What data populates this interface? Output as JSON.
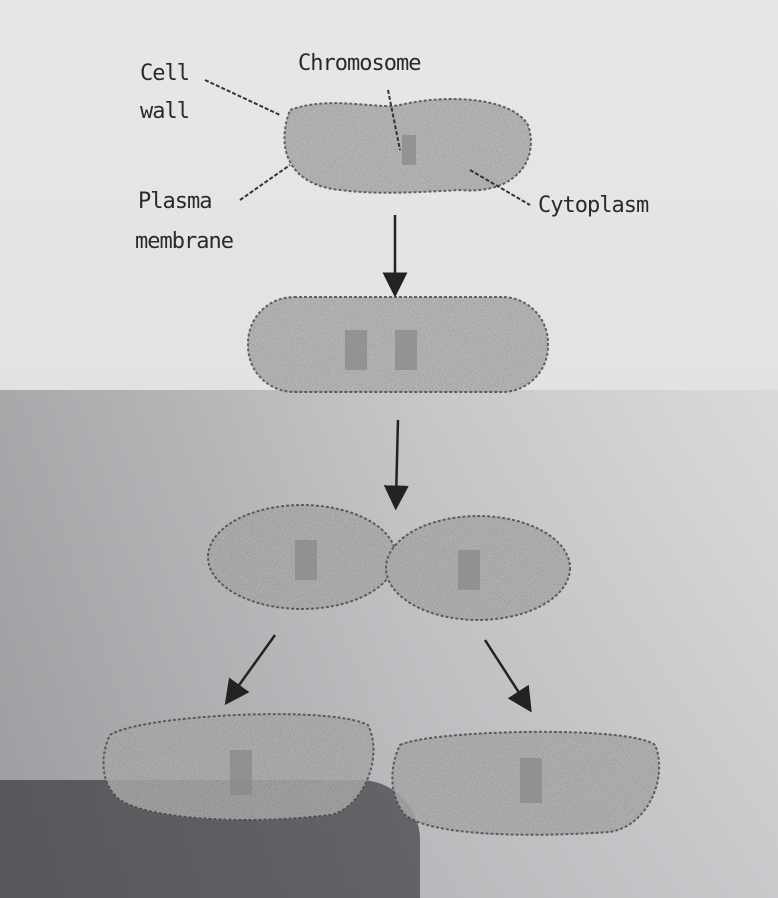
{
  "labels": {
    "cell_wall": [
      "Cell",
      "wall"
    ],
    "chromosome": "Chromosome",
    "plasma_membrane": [
      "Plasma",
      "membrane"
    ],
    "cytoplasm": "Cytoplasm"
  },
  "stages": [
    "parent-cell",
    "elongated-cell",
    "dividing-cell",
    "daughter-cells"
  ],
  "colors": {
    "paper": "#e4e5e6",
    "ink": "#2a2a2a",
    "cell_fill": "#bdbdbd"
  }
}
